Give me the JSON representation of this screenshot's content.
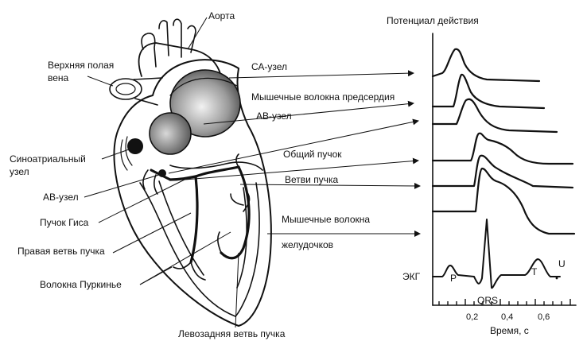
{
  "labels": {
    "aorta": "Аорта",
    "svc_line1": "Верхняя полая",
    "svc_line2": "вена",
    "sa_node_line1": "Синоатриальный",
    "sa_node_line2": "узел",
    "av_node": "АВ-узел",
    "his": "Пучок Гиса",
    "right_branch": "Правая ветвь пучка",
    "purkinje": "Волокна Пуркинье",
    "left_post_branch": "Левозадняя ветвь пучка"
  },
  "traces": {
    "title": "Потенциал действия",
    "rows": [
      "СА-узел",
      "Мышечные волокна предсердия",
      "АВ-узел",
      "Общий пучок",
      "Ветви пучка"
    ],
    "ventricle_line1": "Мышечные волокна",
    "ventricle_line2": "желудочков"
  },
  "ecg": {
    "label": "ЭКГ",
    "waves": [
      "P",
      "QRS",
      "T",
      "U"
    ],
    "axis_ticks": [
      "0,2",
      "0,4",
      "0,6"
    ],
    "axis_title": "Время, с"
  }
}
